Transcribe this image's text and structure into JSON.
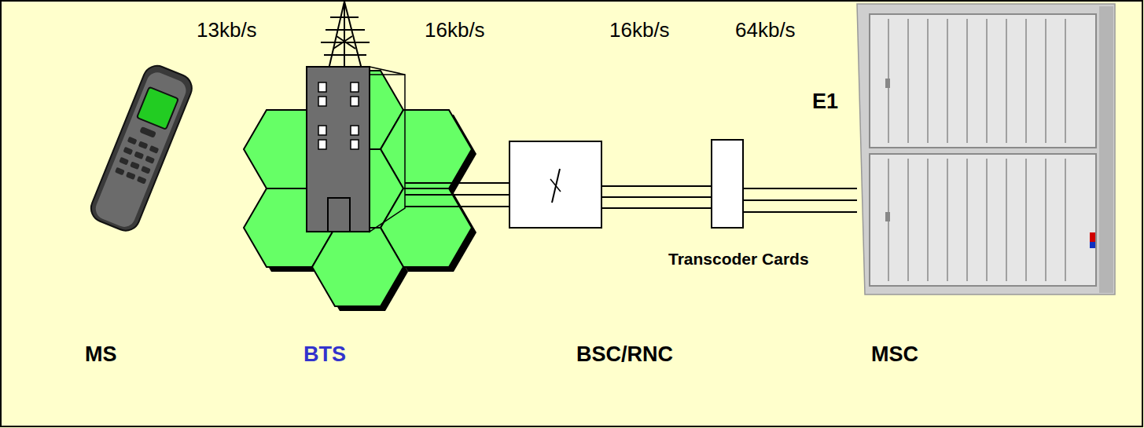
{
  "diagram": {
    "labels": [
      "13kb/s",
      "16kb/s",
      "16kb/s",
      "64kb/s",
      "E1",
      "Transcoder Cards",
      "MS",
      "BTS",
      "BSC/RNC",
      "MSC"
    ]
  }
}
